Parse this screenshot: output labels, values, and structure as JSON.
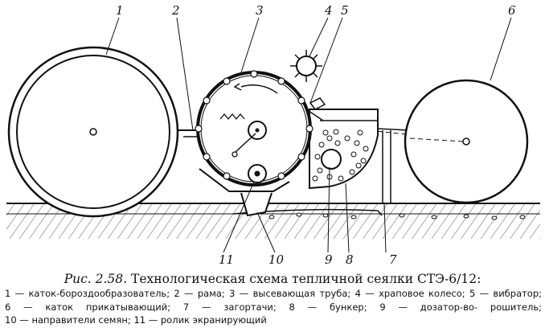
{
  "callouts": [
    "1",
    "2",
    "3",
    "4",
    "5",
    "6",
    "7",
    "8",
    "9",
    "10",
    "11"
  ],
  "caption": {
    "prefix": "Рис. 2.58.",
    "title": "Технологическая схема тепличной сеялки СТЭ-6/12:"
  },
  "legend": [
    "1 — каток-бороздообразователь;",
    "2 — рама;",
    "3 — высевающая труба;",
    "4 — храповое колесо;",
    "5 — вибратор;",
    "6 — каток прикатывающий;",
    "7 — загортачи;",
    "8 — бункер;",
    "9 — дозатор-во-",
    "рошитель;",
    "10 — направители семян;",
    "11 — ролик экранирующий"
  ]
}
